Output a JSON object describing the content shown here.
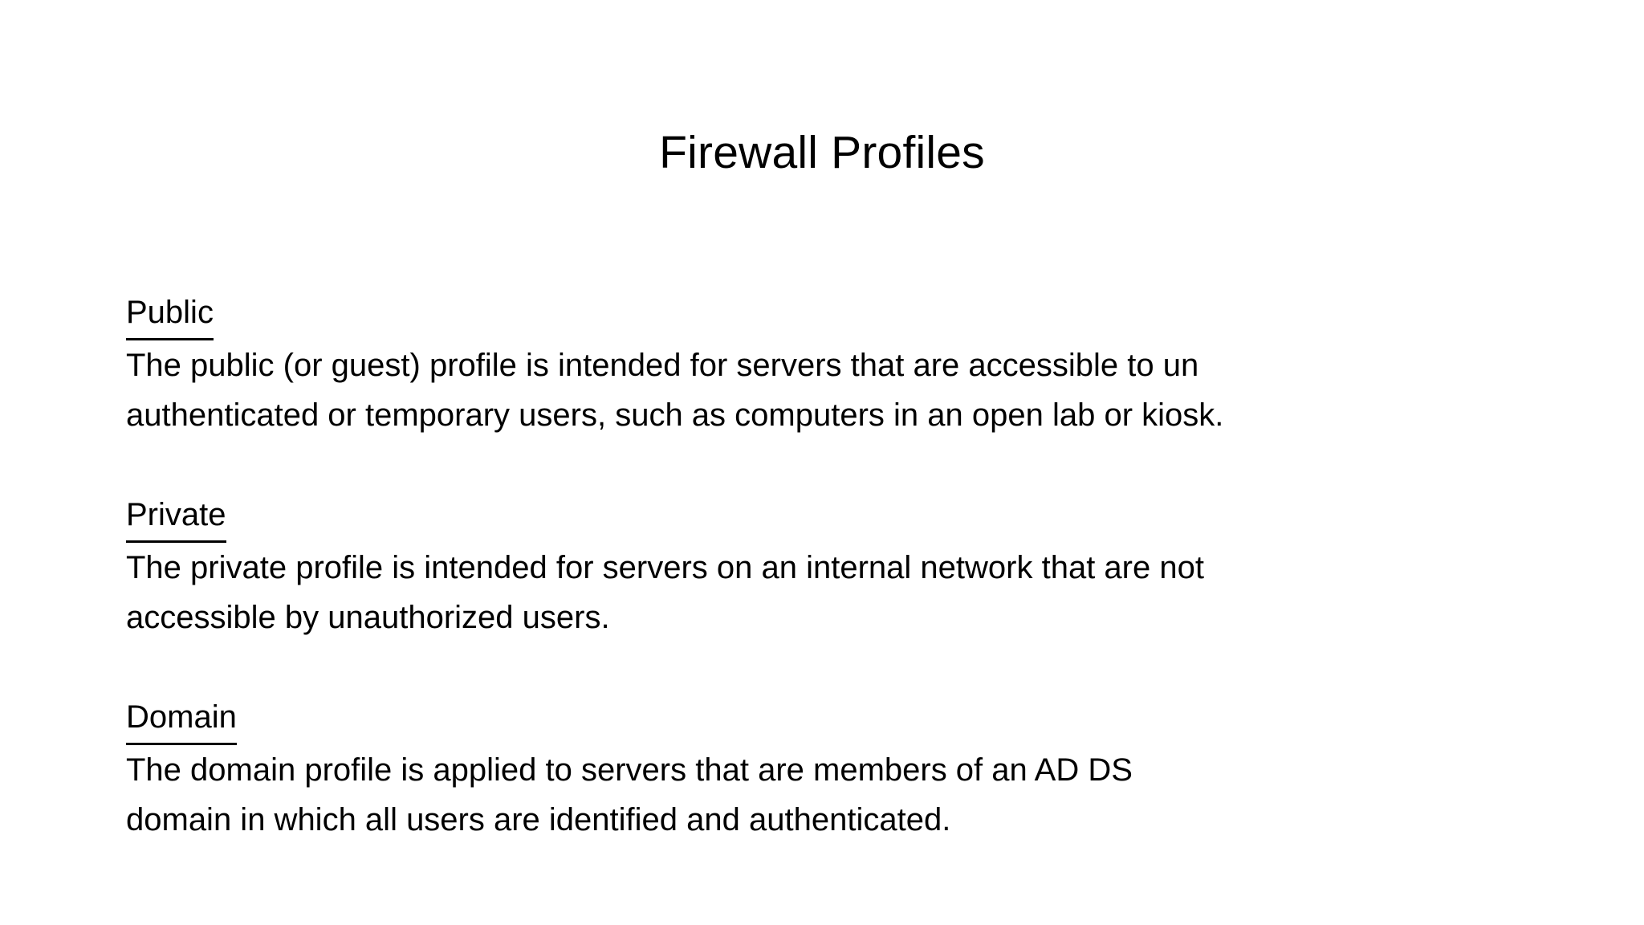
{
  "slide": {
    "title": "Firewall Profiles",
    "background_color": "#ffffff",
    "text_color": "#000000",
    "sections": [
      {
        "heading": "Public",
        "lines": [
          "The public (or guest) profile is intended for servers that are accessible to un",
          "authenticated or temporary users, such as computers in an open lab or kiosk."
        ]
      },
      {
        "heading": "Private",
        "lines": [
          "The private profile is intended for servers on an internal network that are not",
          "accessible by unauthorized users."
        ]
      },
      {
        "heading": "Domain",
        "lines": [
          "The domain profile is applied to servers that are members of an AD DS",
          "domain in which all users are identified and authenticated."
        ]
      }
    ]
  }
}
